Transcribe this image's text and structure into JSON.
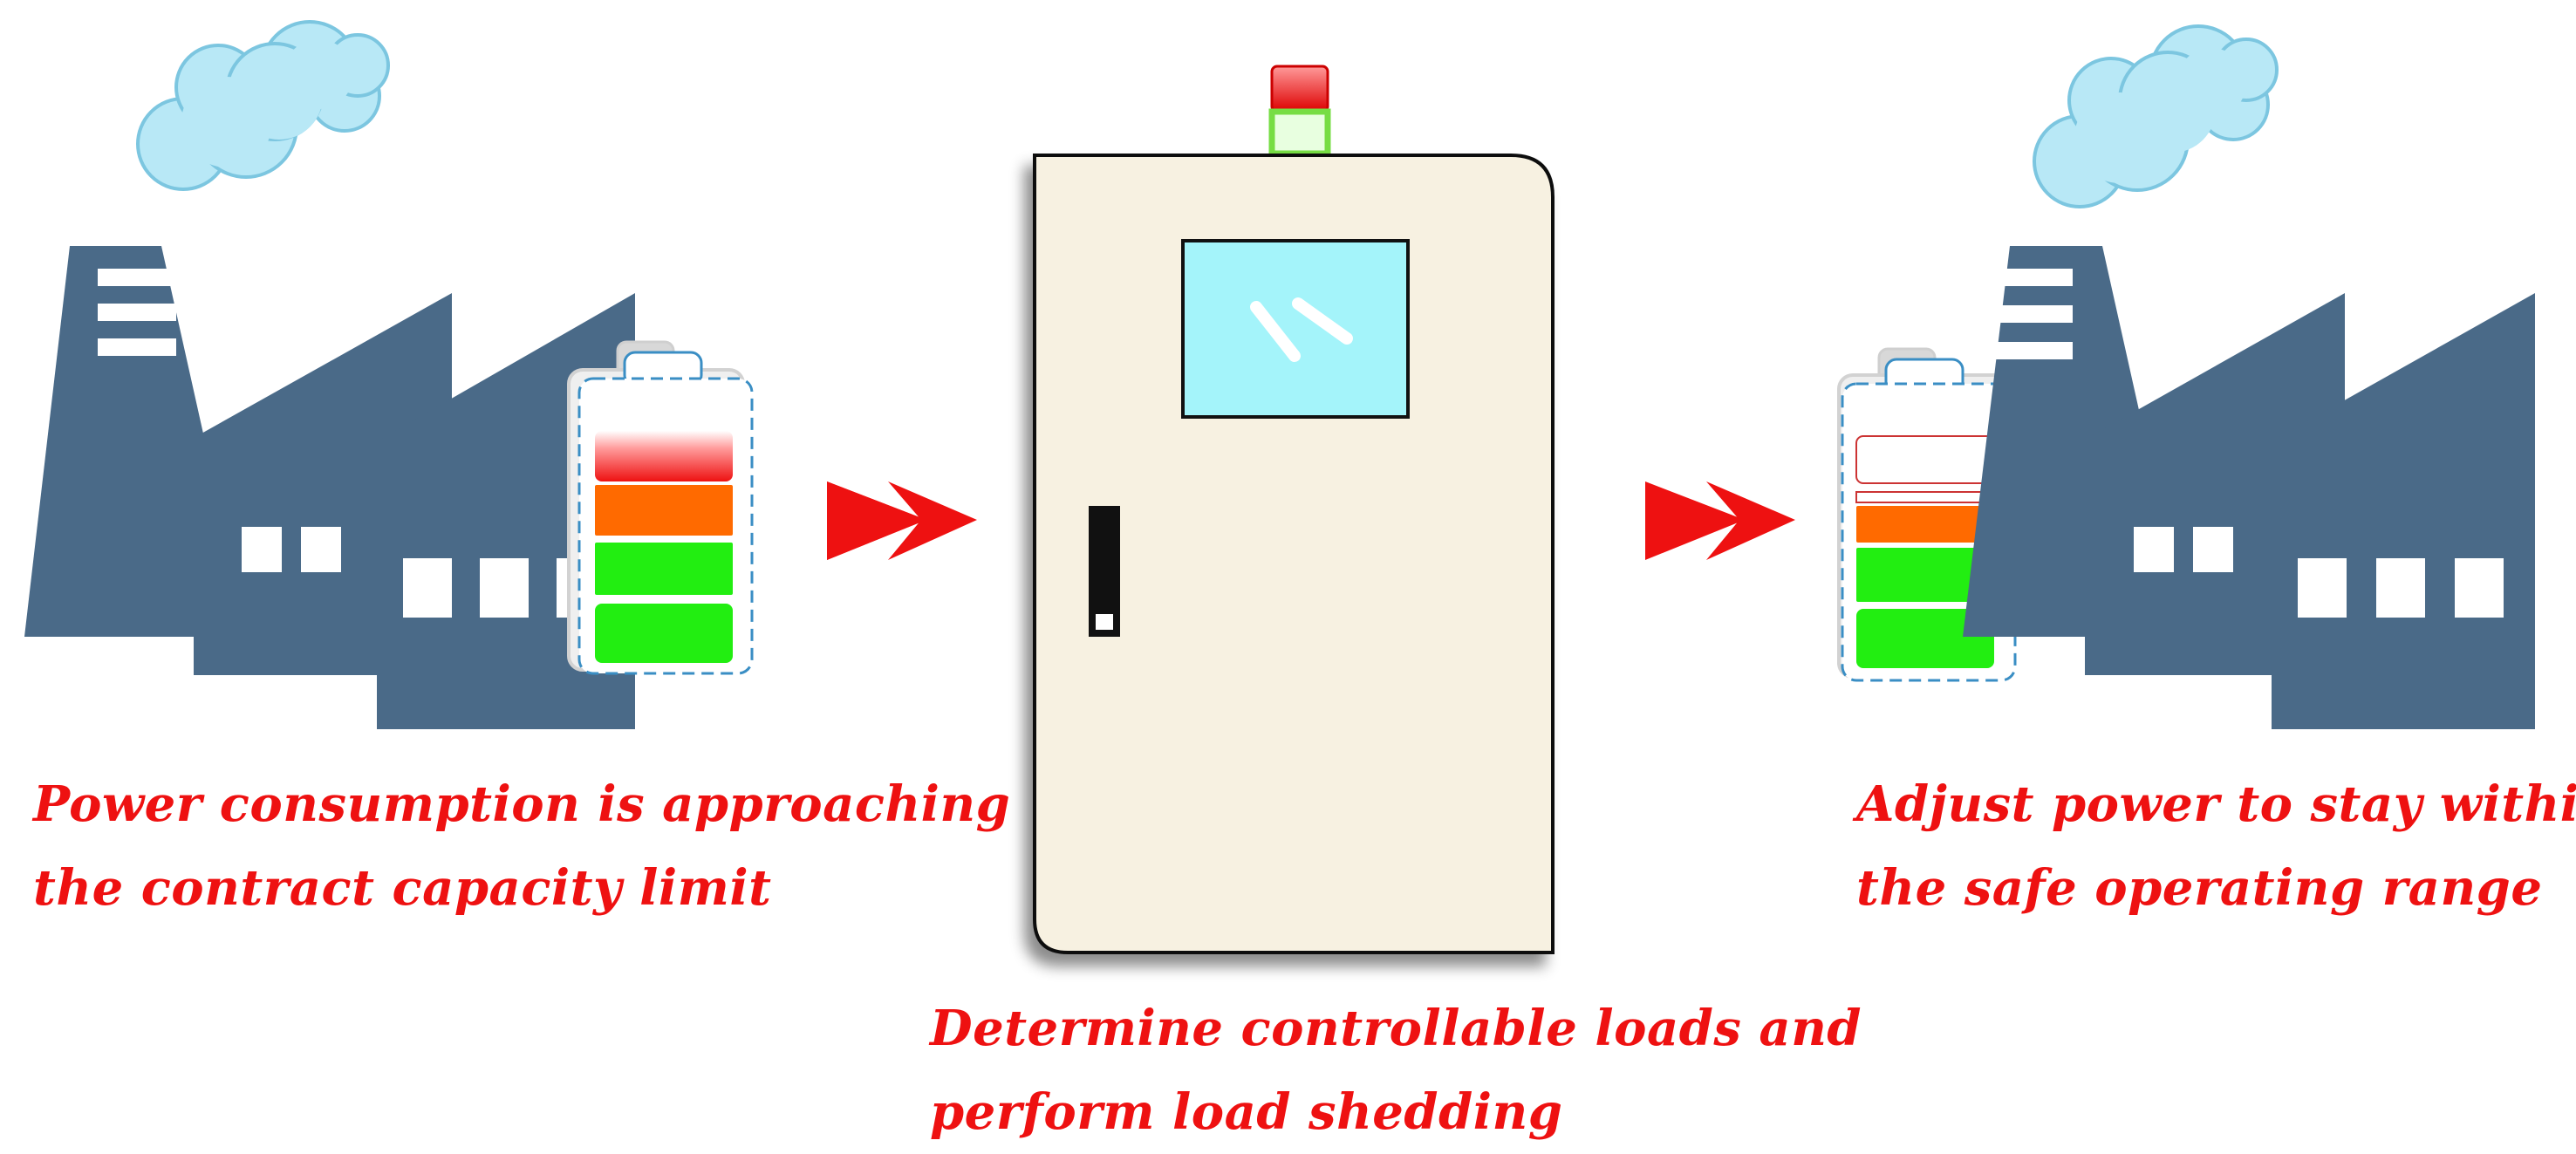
{
  "captions": {
    "left": {
      "line1": "Power consumption is approaching",
      "line2": "the contract capacity limit"
    },
    "center": {
      "line1": "Determine controllable loads and",
      "line2": "perform load shedding"
    },
    "right": {
      "line1": "Adjust power to stay within",
      "line2": "the safe operating range"
    }
  },
  "icons": {
    "left_factory": "factory-icon",
    "right_factory": "factory-icon",
    "smoke": "cloud-icon",
    "battery": "battery-icon",
    "arrow": "double-chevron-right-icon",
    "cabinet": "control-cabinet-icon",
    "signal": "signal-tower-light-icon"
  },
  "colors": {
    "factory": "#4a6a88",
    "cloud": "#b8e8f6",
    "cloud_outline": "#7cc6e0",
    "arrow": "#ee1111",
    "text": "#ee1111",
    "cabinet": "#f7f1e1",
    "screen": "#a4f4fa",
    "battery_red": "#ff3333",
    "battery_orange": "#ff6a00",
    "battery_green": "#22ee11",
    "signal_red": "#ee1111",
    "signal_green": "#77dd44"
  },
  "battery_levels": {
    "left": "4/4",
    "right": "3/4"
  }
}
